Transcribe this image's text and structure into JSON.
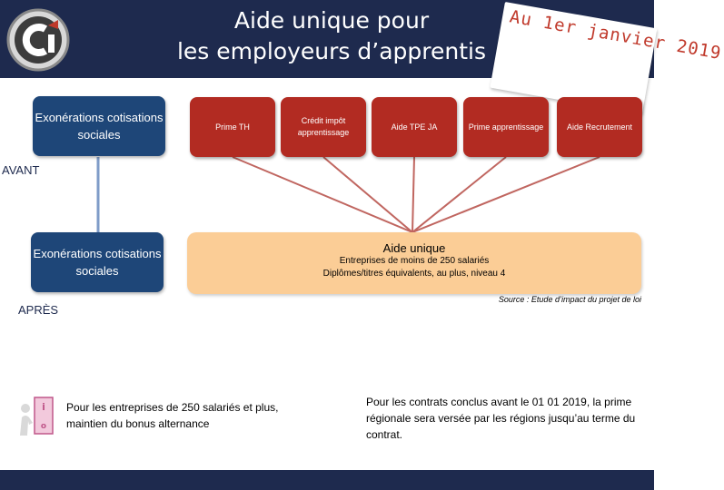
{
  "header": {
    "title_line1": "Aide unique pour",
    "title_line2": "les employeurs d’apprentis",
    "stamp_text": "Au 1er janvier 2019",
    "logo_icon": "ci-logo-icon"
  },
  "before": {
    "label": "AVANT",
    "exonerations": "Exonérations cotisations sociales",
    "aids": [
      {
        "label": "Prime TH"
      },
      {
        "label": "Crédit impôt apprentissage"
      },
      {
        "label": "Aide TPE JA"
      },
      {
        "label": "Prime apprentissage"
      },
      {
        "label": "Aide Recrutement"
      }
    ]
  },
  "after": {
    "label": "APRÈS",
    "exonerations": "Exonérations cotisations sociales",
    "aide_title": "Aide unique",
    "aide_line1": "Entreprises de moins de 250 salariés",
    "aide_line2": "Diplômes/titres équivalents, au plus, niveau 4"
  },
  "source": "Source : Etude d’impact du projet de loi",
  "info": {
    "icon": "info-person-icon",
    "text": "Pour les entreprises de 250 salariés et plus, maintien du bonus alternance"
  },
  "contrats": "Pour les contrats conclus avant le 01 01 2019, la prime régionale sera versée par les régions jusqu’au terme du contrat.",
  "colors": {
    "navy": "#1e2a4e",
    "blue": "#1e4678",
    "red": "#b22b22",
    "peach": "#fbcd96"
  }
}
